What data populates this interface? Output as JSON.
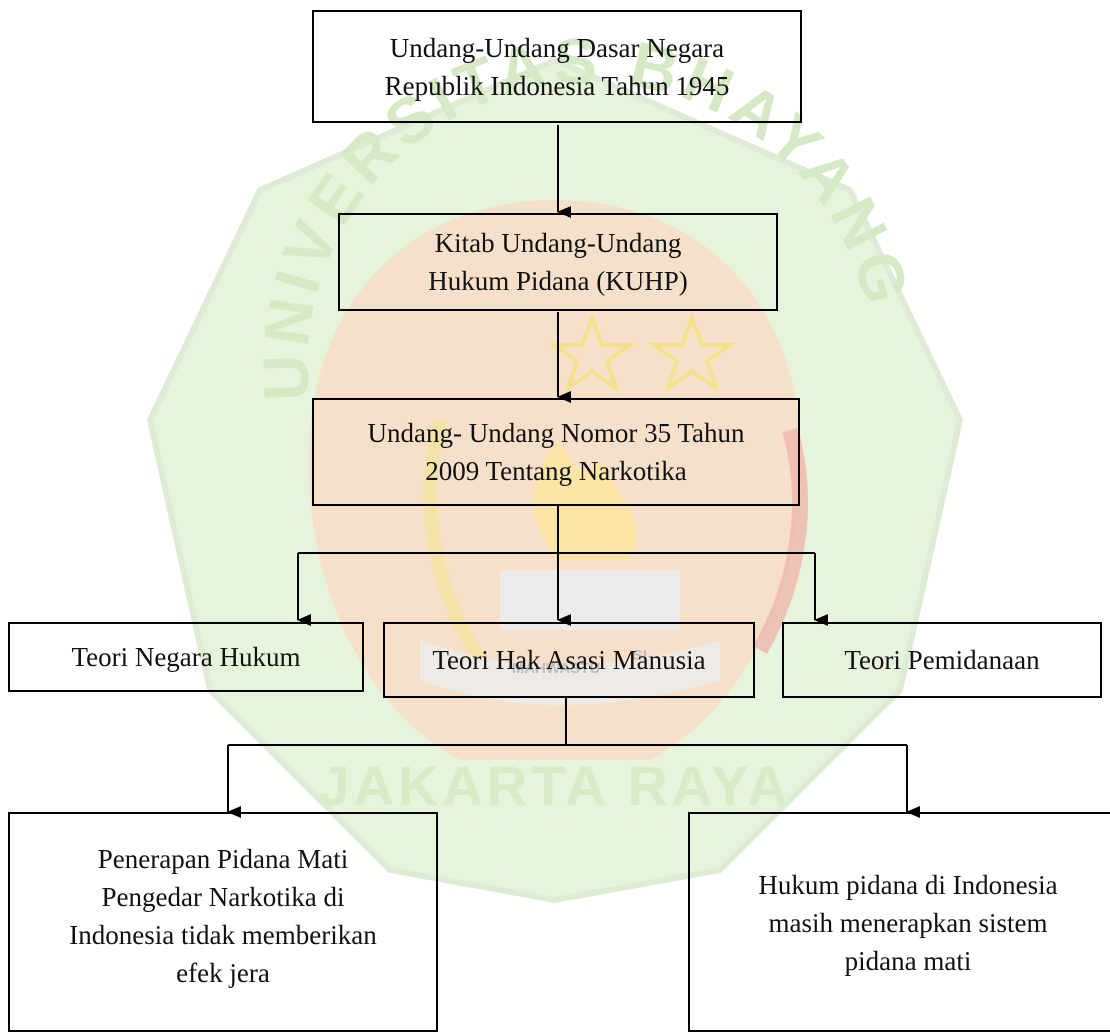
{
  "watermark": {
    "arc_text": "UNIVERSITAS BHAYANGKARA",
    "bottom_text": "JAKARTA RAYA",
    "ribbon_text": "MAHWASTU",
    "ribbon_text_suffix": "SI",
    "colors": {
      "green": "#cfe8b8",
      "orange": "#fbd6bf",
      "yellow": "#fde6a3",
      "red": "#f2b8ae",
      "gray": "#dddddd"
    }
  },
  "nodes": {
    "uud": {
      "lines": [
        "Undang-Undang Dasar Negara",
        "Republik Indonesia Tahun 1945"
      ]
    },
    "kuhp": {
      "lines": [
        "Kitab Undang-Undang",
        "Hukum Pidana (KUHP)"
      ]
    },
    "uu_narkotika": {
      "lines": [
        "Undang- Undang Nomor 35 Tahun",
        "2009 Tentang Narkotika"
      ]
    },
    "teori_negara_hukum": {
      "lines": [
        "Teori Negara Hukum"
      ]
    },
    "teori_ham": {
      "lines": [
        "Teori Hak Asasi Manusia"
      ]
    },
    "teori_pemidanaan": {
      "lines": [
        "Teori Pemidanaan"
      ]
    },
    "penerapan": {
      "lines": [
        "Penerapan Pidana Mati",
        "Pengedar Narkotika di",
        "Indonesia tidak memberikan",
        "efek jera"
      ]
    },
    "hukum_pidana": {
      "lines": [
        "Hukum pidana di Indonesia",
        "masih menerapkan sistem",
        "pidana mati"
      ]
    }
  }
}
